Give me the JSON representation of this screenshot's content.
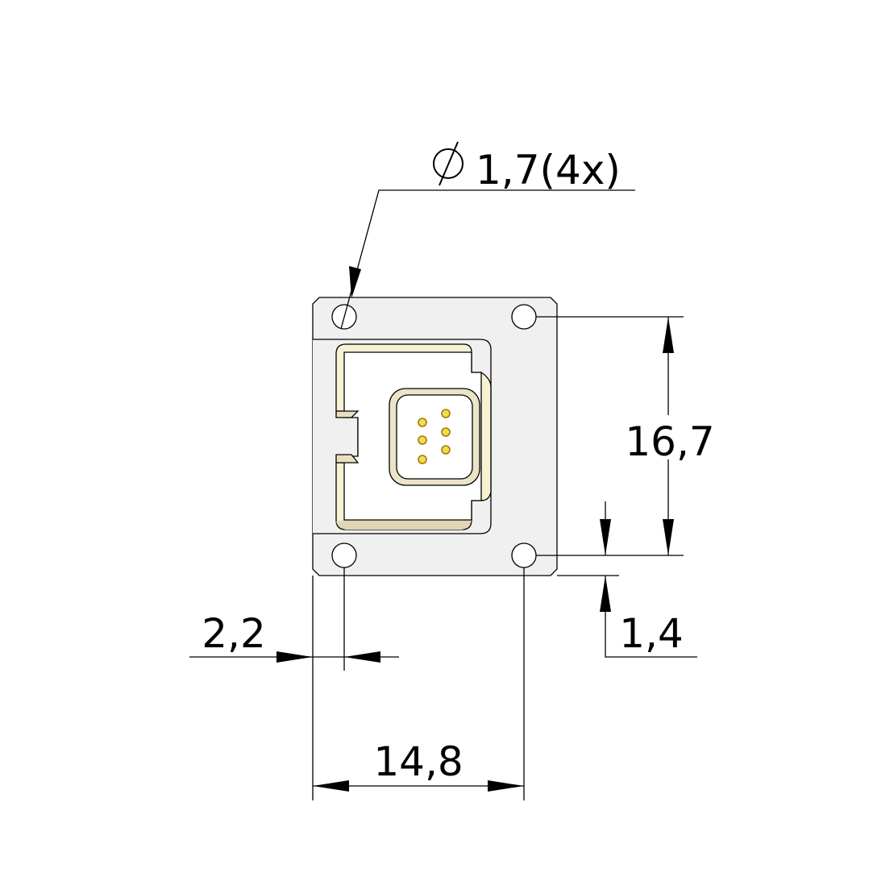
{
  "drawing": {
    "hole_callout": {
      "symbol": "⌀",
      "text": "1,7(4x)"
    },
    "dimensions": {
      "hole_spacing_vertical": "16,7",
      "hole_edge_offset_vertical": "1,4",
      "hole_edge_offset_horizontal": "2,2",
      "hole_spacing_horizontal": "14,8"
    },
    "colors": {
      "plate": "#f0f0f0",
      "housing_bevel": "#f7f2d2",
      "housing_shadow": "#e0d6b6",
      "pin": "#f2dc4a",
      "pin_outline": "#a07a10"
    }
  }
}
